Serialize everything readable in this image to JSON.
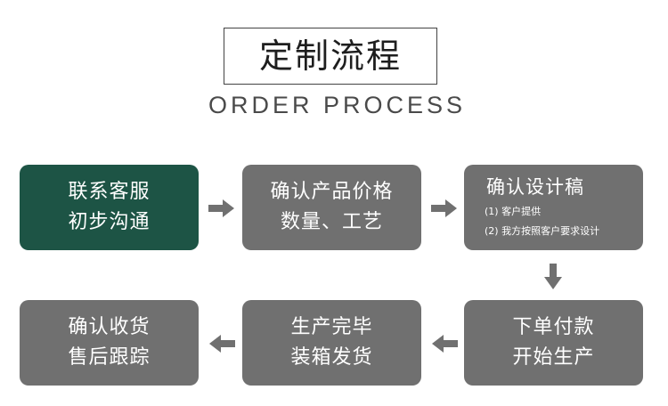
{
  "header": {
    "title": "定制流程",
    "subtitle": "ORDER PROCESS"
  },
  "steps": [
    {
      "lines": [
        "联系客服",
        "初步沟通"
      ],
      "active": true
    },
    {
      "lines": [
        "确认产品价格",
        "数量、工艺"
      ],
      "active": false
    },
    {
      "title": "确认设计稿",
      "details": [
        "(1) 客户提供",
        "(2) 我方按照客户要求设计"
      ],
      "active": false
    },
    {
      "lines": [
        "下单付款",
        "开始生产"
      ],
      "active": false
    },
    {
      "lines": [
        "生产完毕",
        "装箱发货"
      ],
      "active": false
    },
    {
      "lines": [
        "确认收货",
        "售后跟踪"
      ],
      "active": false
    }
  ],
  "colors": {
    "active_step": "#1d5445",
    "inactive_step": "#707070",
    "arrow": "#707070",
    "text": "#ffffff"
  },
  "icons": {
    "flow_arrow": "arrow-icon"
  }
}
